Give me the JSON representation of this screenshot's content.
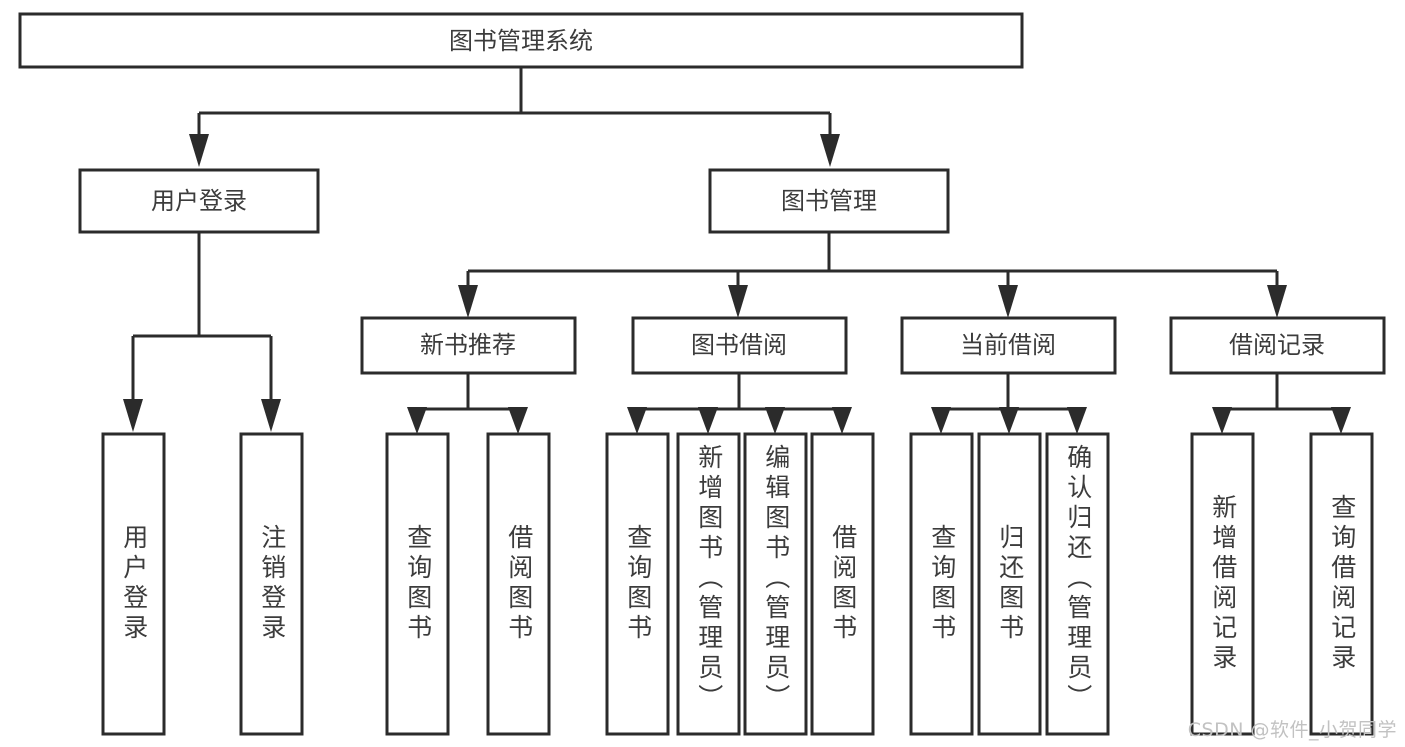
{
  "diagram": {
    "type": "hierarchy-tree",
    "title": "图书管理系统",
    "watermark": "CSDN @软件_小贺同学",
    "colors": {
      "box_stroke": "#2b2b2b",
      "box_fill": "#ffffff",
      "text": "#3c3c3c",
      "background": "#ffffff",
      "watermark": "#c2c2c2"
    },
    "levels": {
      "root": {
        "label": "图书管理系统"
      },
      "level2": [
        {
          "id": "user-login",
          "label": "用户登录"
        },
        {
          "id": "book-management",
          "label": "图书管理"
        }
      ],
      "level3": [
        {
          "id": "new-book-recommend",
          "label": "新书推荐",
          "parent": "book-management"
        },
        {
          "id": "book-borrow",
          "label": "图书借阅",
          "parent": "book-management"
        },
        {
          "id": "current-borrow",
          "label": "当前借阅",
          "parent": "book-management"
        },
        {
          "id": "borrow-record",
          "label": "借阅记录",
          "parent": "book-management"
        }
      ],
      "leaves": [
        {
          "id": "leaf-user-login",
          "label": "用户登录",
          "parent": "user-login"
        },
        {
          "id": "leaf-logout-login",
          "label": "注销登录",
          "parent": "user-login"
        },
        {
          "id": "leaf-query-book-1",
          "label": "查询图书",
          "parent": "new-book-recommend"
        },
        {
          "id": "leaf-borrow-book-1",
          "label": "借阅图书",
          "parent": "new-book-recommend"
        },
        {
          "id": "leaf-query-book-2",
          "label": "查询图书",
          "parent": "book-borrow"
        },
        {
          "id": "leaf-add-book",
          "label": "新增图书（管理员）",
          "parent": "book-borrow"
        },
        {
          "id": "leaf-edit-book",
          "label": "编辑图书（管理员）",
          "parent": "book-borrow"
        },
        {
          "id": "leaf-borrow-book-2",
          "label": "借阅图书",
          "parent": "book-borrow"
        },
        {
          "id": "leaf-query-book-3",
          "label": "查询图书",
          "parent": "current-borrow"
        },
        {
          "id": "leaf-return-book",
          "label": "归还图书",
          "parent": "current-borrow"
        },
        {
          "id": "leaf-confirm-return",
          "label": "确认归还（管理员）",
          "parent": "current-borrow"
        },
        {
          "id": "leaf-add-borrow-record",
          "label": "新增借阅记录",
          "parent": "borrow-record"
        },
        {
          "id": "leaf-query-borrow-record",
          "label": "查询借阅记录",
          "parent": "borrow-record"
        }
      ]
    }
  }
}
